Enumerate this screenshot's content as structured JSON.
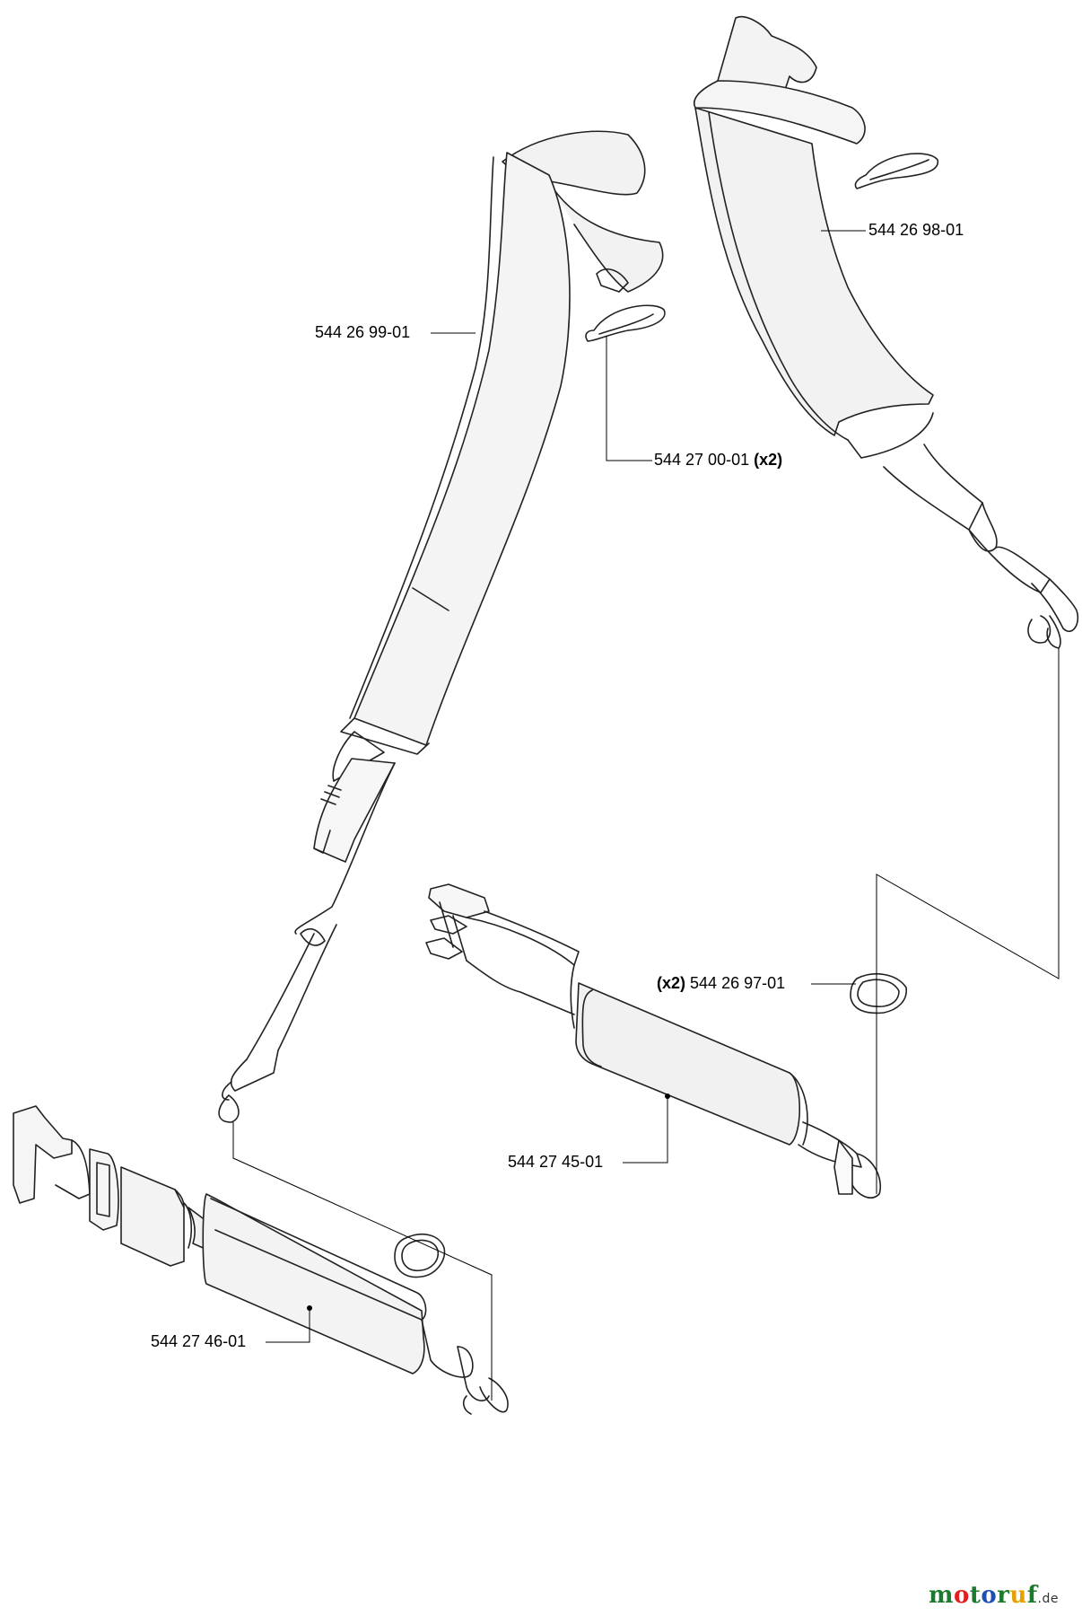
{
  "parts": [
    {
      "id": "shoulder-strap-left",
      "number": "544 26 99-01",
      "qty": ""
    },
    {
      "id": "shoulder-strap-right",
      "number": "544 26 98-01",
      "qty": ""
    },
    {
      "id": "s-hook",
      "number": "544 27 00-01",
      "qty": "(x2)"
    },
    {
      "id": "d-ring",
      "number": "544 26 97-01",
      "qty": "(x2)"
    },
    {
      "id": "hip-pad-right",
      "number": "544 27 45-01",
      "qty": ""
    },
    {
      "id": "hip-belt-left",
      "number": "544 27 46-01",
      "qty": ""
    }
  ],
  "watermark": {
    "segments": [
      {
        "text": "m",
        "color": "#1b7a2e"
      },
      {
        "text": "o",
        "color": "#e02020"
      },
      {
        "text": "t",
        "color": "#1b7a2e"
      },
      {
        "text": "o",
        "color": "#1f4fb5"
      },
      {
        "text": "r",
        "color": "#1b7a2e"
      },
      {
        "text": "u",
        "color": "#e8a000"
      },
      {
        "text": "f",
        "color": "#1b7a2e"
      }
    ],
    "domain": ".de"
  }
}
